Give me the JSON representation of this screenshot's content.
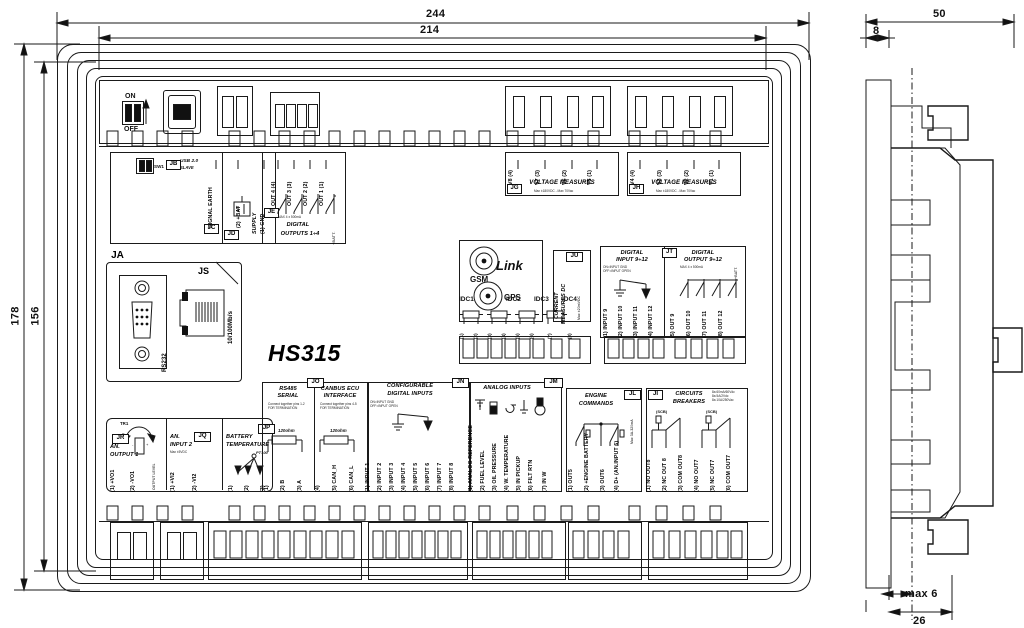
{
  "drawing": {
    "product_title": "HS315",
    "dimensions": {
      "front_width_outer": "244",
      "front_width_inner": "214",
      "front_height_outer": "178",
      "front_height_inner": "156",
      "side_depth_total": "50",
      "side_front_thickness": "8",
      "side_panel_max": "max 6",
      "side_body_depth": "26"
    }
  },
  "front_panel": {
    "dip_switch": {
      "on_label": "ON",
      "off_label": "OFF"
    },
    "sw1_label": "SW1",
    "connectors": {
      "JB": {
        "tag": "JB",
        "title": "USB 2.0",
        "subtitle": "SLAVE"
      },
      "JC": {
        "tag": "JC",
        "label": "SIGNAL EARTH"
      },
      "JD": {
        "tag": "JD",
        "title": "SUPPLY",
        "pins": [
          "(1) GND",
          "(2) +BAT"
        ]
      },
      "JE": {
        "tag": "JE",
        "title": "DIGITAL",
        "subtitle": "OUTPUTS 1÷4",
        "spec": "MAX 4 x 500mA",
        "common": "+BATT.",
        "pins": [
          "OUT 1 (1)",
          "OUT 2 (2)",
          "OUT 3 (3)",
          "OUT 4 (4)"
        ]
      },
      "JA": {
        "tag": "JA",
        "label": "RS232"
      },
      "JS": {
        "tag": "JS",
        "label": "10/100Mb/s"
      },
      "JG": {
        "tag": "JG",
        "title": "VOLTAGE MEASURES",
        "spec": "Max ±180VDC - Max 70Vac",
        "pins": [
          "V5 (1)",
          "V6 (2)",
          "V7 (3)",
          "V8 (4)"
        ]
      },
      "JH": {
        "tag": "JH",
        "title": "VOLTAGE MEASURES",
        "spec": "Max ±180VDC - Max 70Vac",
        "pins": [
          "V1 (1)",
          "V2 (2)",
          "V3 (3)",
          "V4 (4)"
        ]
      },
      "JU": {
        "tag": "JU",
        "title": "CURRENT",
        "subtitle": "MEASURES DC",
        "spec": "Max ±20mVDC",
        "shunts": [
          "IDC1",
          "IDC2",
          "IDC3",
          "IDC4"
        ],
        "pins": [
          "(1)",
          "(2)",
          "(3)",
          "(4)",
          "(5)",
          "(6)",
          "(7)",
          "(8)"
        ]
      },
      "JT": {
        "tag": "JT",
        "input_title": "DIGITAL",
        "input_subtitle": "INPUT 9÷12",
        "input_note1": "ON=INPUT GND",
        "input_note2": "OFF=INPUT OPEN",
        "output_title": "DIGITAL",
        "output_subtitle": "OUTPUT 9÷12",
        "output_spec": "MAX 4 x 500mA",
        "output_common": "+BATT.",
        "pins": [
          "(1) INPUT 9",
          "(2) INPUT 10",
          "(3) INPUT 11",
          "(4) INPUT 12",
          "(5) OUT 9",
          "(6) OUT 10",
          "(7) OUT 11",
          "(8) OUT 12"
        ]
      },
      "JR": {
        "tag": "JR",
        "title": "AN.",
        "subtitle": "OUTPUT 1",
        "trimmer": "TR1",
        "note": "OUTPUT LEVEL",
        "pins": [
          "(1) +VO1",
          "(2) -VO1"
        ]
      },
      "JQ": {
        "tag": "JQ",
        "title": "AN.",
        "subtitle": "INPUT 2",
        "spec": "Max ±5VDC",
        "pins": [
          "(1) +VI2",
          "(2) -VI2"
        ]
      },
      "JP": {
        "tag": "JP",
        "title": "BATTERY",
        "subtitle": "TEMPERATURE",
        "sensor": "PT100",
        "pins": [
          "(1)",
          "(2)",
          "(3)"
        ]
      },
      "JO": {
        "tag": "JO",
        "rs485_title": "RS485",
        "rs485_subtitle": "SERIAL",
        "rs485_note": "Connect together pins 1-2 FOR TERMINATION",
        "rs485_res": "120ohm",
        "can_title": "CANBUS ECU",
        "can_subtitle": "INTERFACE",
        "can_note": "Connect together pins 4-5 FOR TERMINATION",
        "can_res": "120ohm",
        "pins": [
          "(1)",
          "(2) B",
          "(3) A",
          "(4)",
          "(5) CAN_H",
          "(6) CAN_L"
        ]
      },
      "JN": {
        "tag": "JN",
        "title": "CONFIGURABLE",
        "subtitle": "DIGITAL INPUTS",
        "note1": "ON=INPUT GND",
        "note2": "OFF=INPUT OPEN",
        "pins": [
          "(1) INPUT 1",
          "(2) INPUT 2",
          "(3) INPUT 3",
          "(4) INPUT 4",
          "(5) INPUT 5",
          "(6) INPUT 6",
          "(7) INPUT 7",
          "(8) INPUT 8"
        ]
      },
      "JM": {
        "tag": "JM",
        "title": "ANALOG INPUTS",
        "pins": [
          "(1) ANALOG REFERENCE",
          "(2) FUEL LEVEL",
          "(3) OIL PRESSURE",
          "(4) W. TEMPERATURE",
          "(5) IN PICKUP",
          "(6) FILT RTN",
          "(7) IN W"
        ]
      },
      "JL": {
        "tag": "JL",
        "title": "ENGINE",
        "subtitle": "COMMANDS",
        "spec": "Max 3A-320mA",
        "pins": [
          "(1) OUT5",
          "(2) +ENGINE BATTERY",
          "(3) OUT6",
          "(4) D+ (AN.INPUT 6)"
        ]
      },
      "JI": {
        "tag": "JI",
        "title": "CIRCUITS",
        "subtitle": "BREAKERS",
        "spec1": "8a 60mA/60Vdc",
        "spec2": "8a 5A/2Vdc",
        "spec3": "8a 10A/250Vac",
        "relay_label": "(SCB)",
        "pins": [
          "(1) NO OUT8",
          "(2) NC OUT 8",
          "(3) COM OUT8",
          "(4) NO OUT7",
          "(5) NC OUT7",
          "(6) COM OUT7"
        ]
      }
    },
    "radio_module": {
      "gsm_label": "GSM",
      "gps_label": "GPS",
      "brand": "Link"
    }
  }
}
